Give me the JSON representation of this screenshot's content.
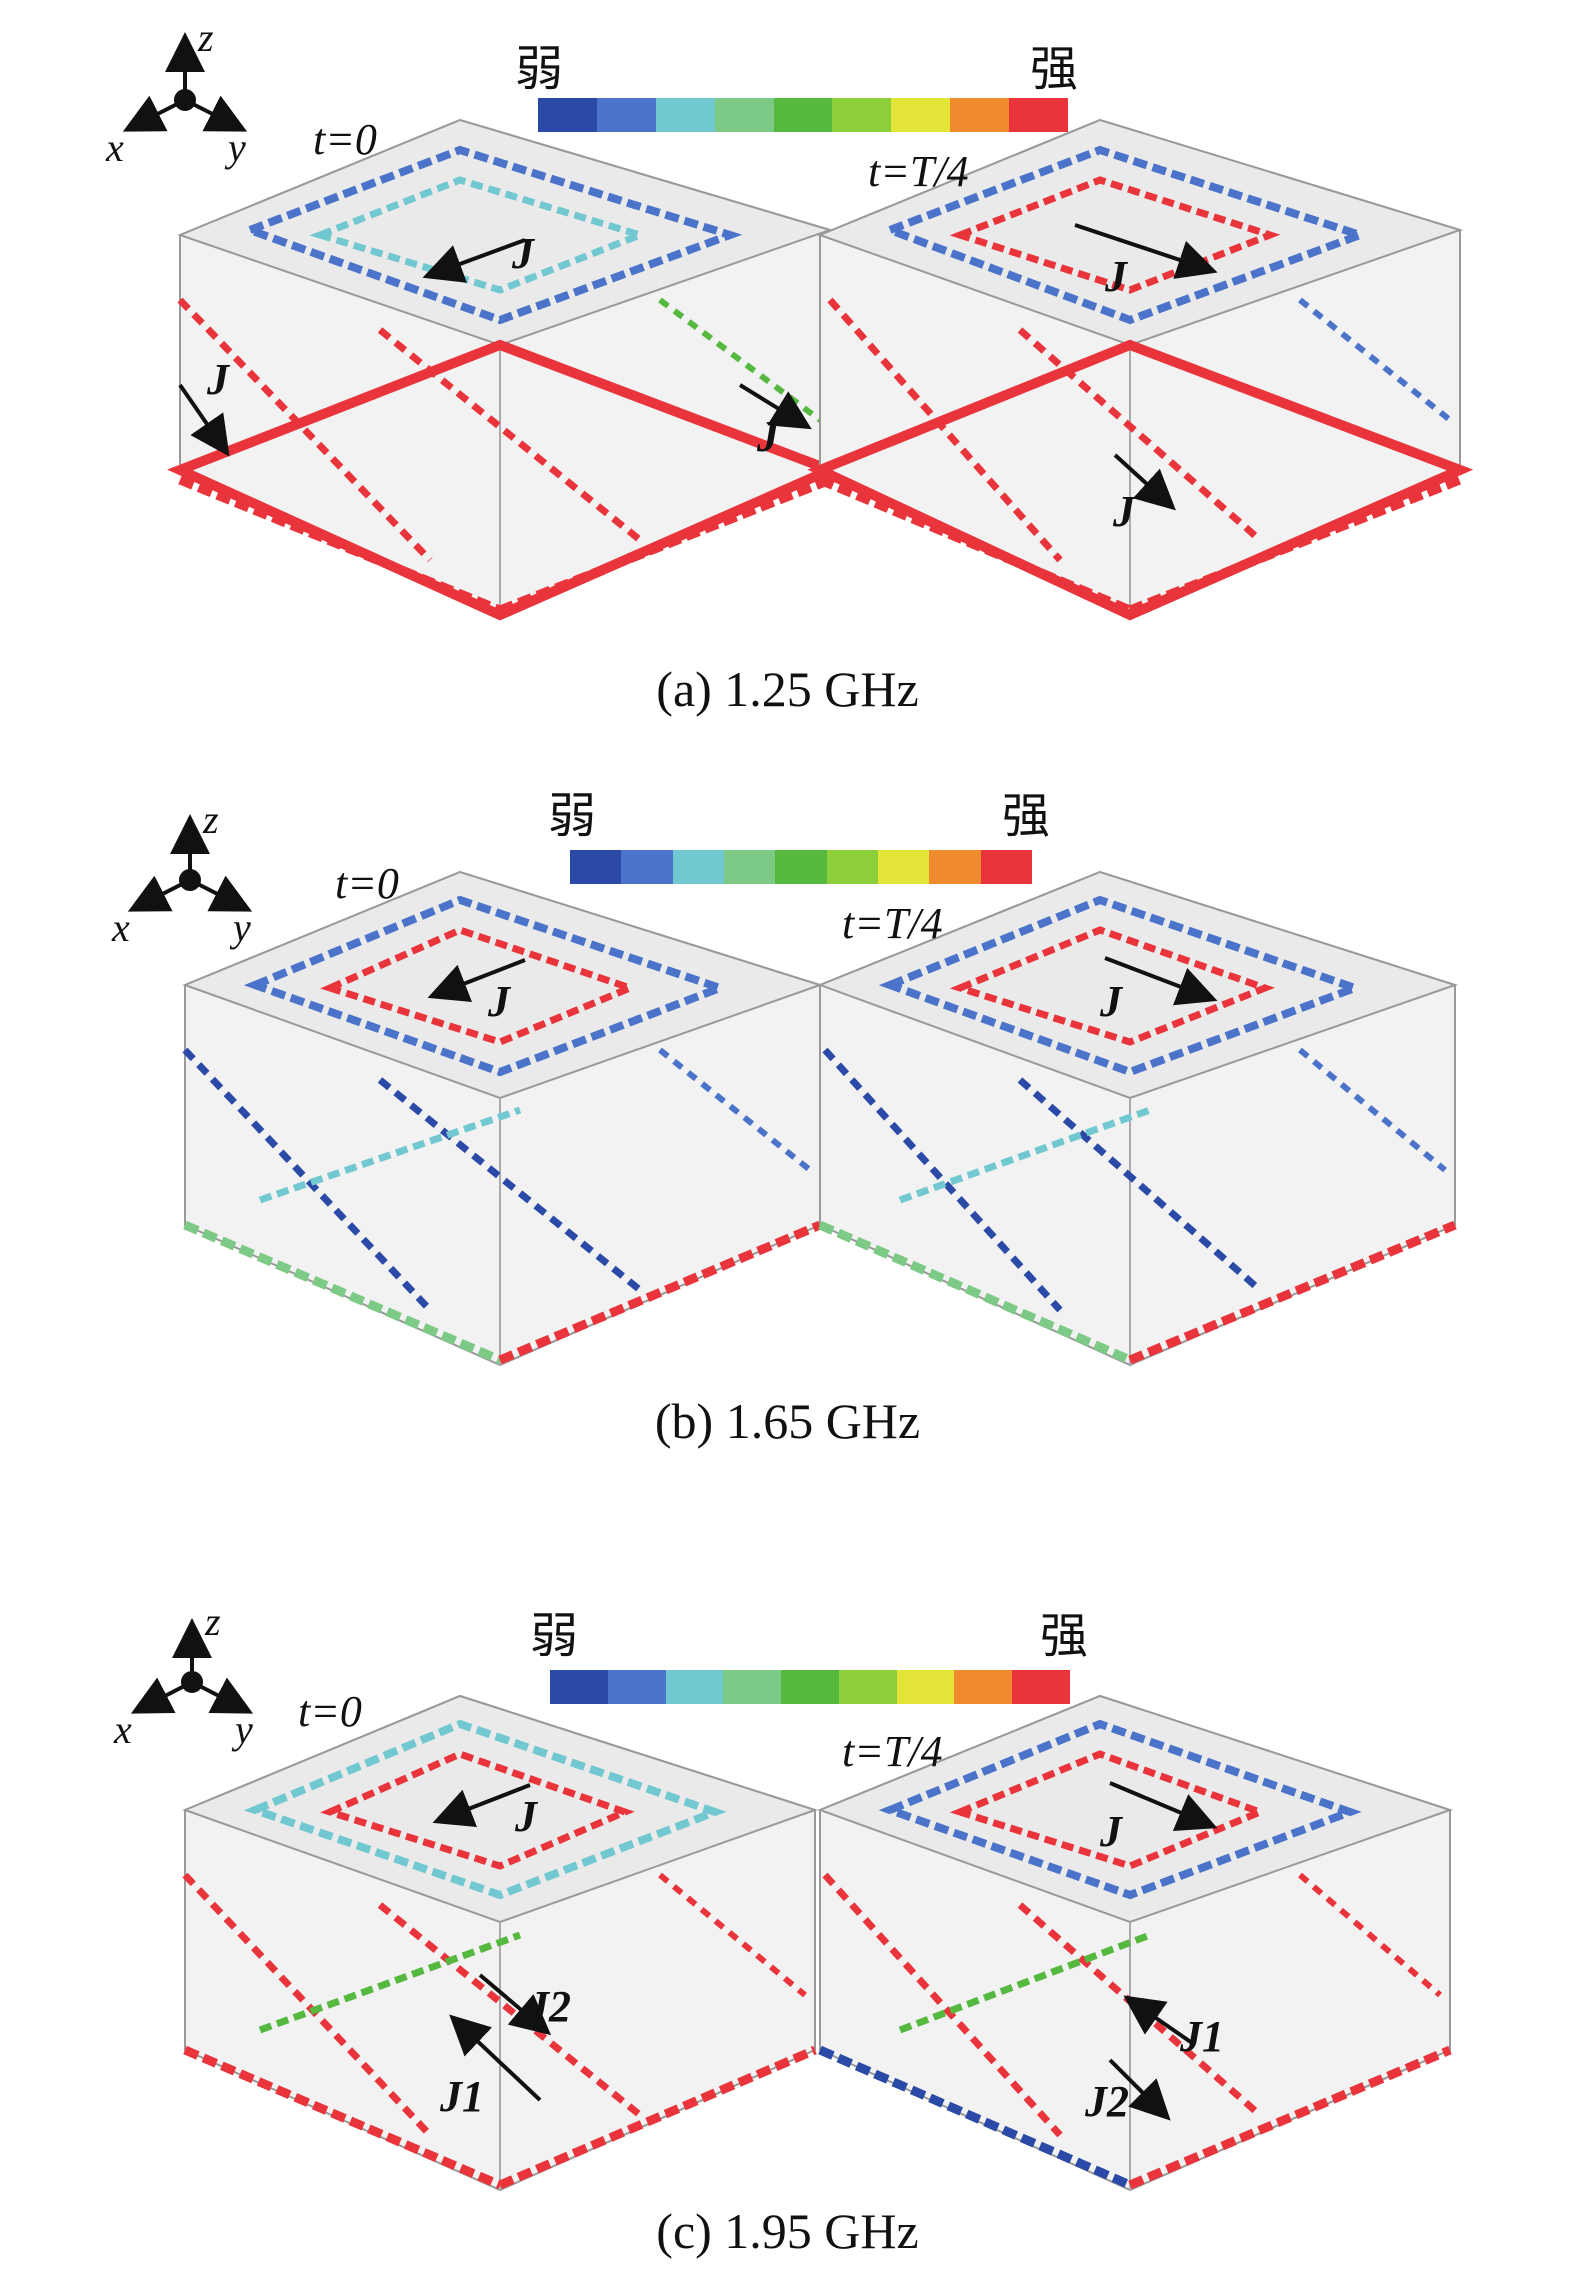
{
  "colorbar": {
    "weak_label": "弱",
    "strong_label": "强",
    "colors": [
      "#2b4aa8",
      "#4a73c9",
      "#72c8d0",
      "#7dca86",
      "#55b83f",
      "#8ccf3a",
      "#e2e538",
      "#f08a2e",
      "#e8343a"
    ]
  },
  "axes": {
    "x": "x",
    "y": "y",
    "z": "z"
  },
  "current_label": "J",
  "panels": [
    {
      "caption": "(a) 1.25 GHz",
      "time_left": "t=0",
      "time_right": "t=T/4",
      "arrow_labels_left": [
        "J",
        "J",
        "J"
      ],
      "arrow_labels_right": [
        "J",
        "J"
      ]
    },
    {
      "caption": "(b) 1.65 GHz",
      "time_left": "t=0",
      "time_right": "t=T/4",
      "arrow_labels_left": [
        "J"
      ],
      "arrow_labels_right": [
        "J"
      ]
    },
    {
      "caption": "(c) 1.95 GHz",
      "time_left": "t=0",
      "time_right": "t=T/4",
      "arrow_labels_left": [
        "J",
        "J2",
        "J1"
      ],
      "arrow_labels_right": [
        "J",
        "J1",
        "J2"
      ]
    }
  ],
  "icons": {
    "axis_triad": "xyz-axis-triad-icon",
    "current_arrow": "current-arrow-icon"
  }
}
